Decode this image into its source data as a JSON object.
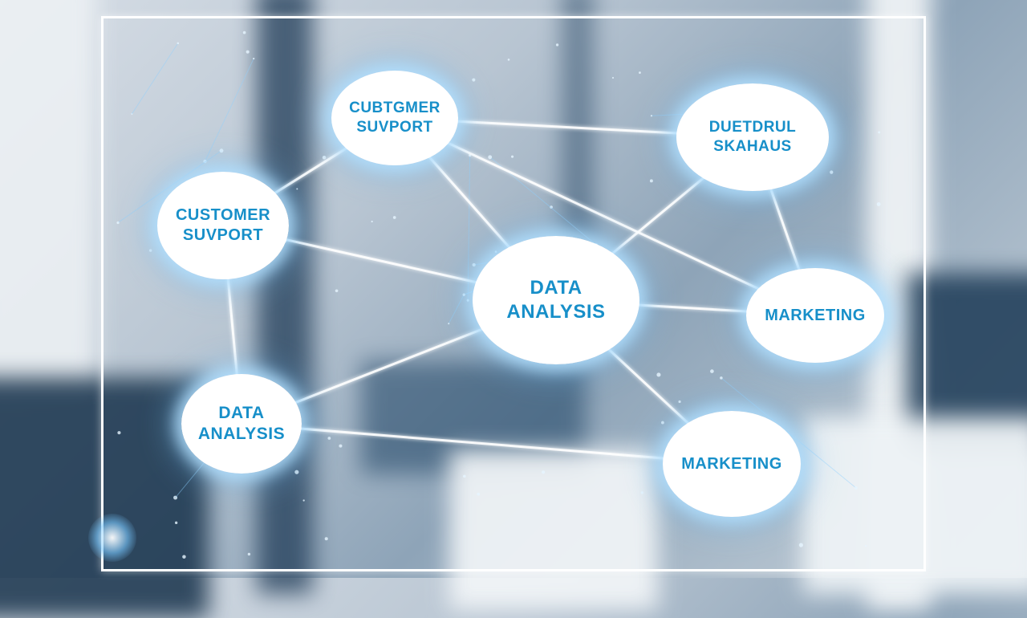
{
  "diagram": {
    "nodes": [
      {
        "id": "customer-support-top",
        "lines": [
          "CUBTGMER",
          "SUVPORT"
        ]
      },
      {
        "id": "dustomer-success-top",
        "lines": [
          "DUETDRUL",
          "SKAHAUS"
        ]
      },
      {
        "id": "customer-support-left",
        "lines": [
          "CUSTOMER",
          "SUVPORT"
        ]
      },
      {
        "id": "data-analysis-center",
        "lines": [
          "DATA",
          "ANALYSIS"
        ]
      },
      {
        "id": "marketing-right",
        "lines": [
          "MARKETING"
        ]
      },
      {
        "id": "data-analysis-left",
        "lines": [
          "DATA",
          "ANALYSIS"
        ]
      },
      {
        "id": "marketing-bottom",
        "lines": [
          "MARKETING"
        ]
      }
    ],
    "edges": [
      [
        "customer-support-top",
        "dustomer-success-top"
      ],
      [
        "customer-support-top",
        "customer-support-left"
      ],
      [
        "customer-support-top",
        "data-analysis-center"
      ],
      [
        "customer-support-top",
        "marketing-right"
      ],
      [
        "dustomer-success-top",
        "data-analysis-center"
      ],
      [
        "dustomer-success-top",
        "marketing-right"
      ],
      [
        "customer-support-left",
        "data-analysis-center"
      ],
      [
        "customer-support-left",
        "data-analysis-left"
      ],
      [
        "data-analysis-center",
        "marketing-right"
      ],
      [
        "data-analysis-center",
        "data-analysis-left"
      ],
      [
        "data-analysis-center",
        "marketing-bottom"
      ],
      [
        "data-analysis-left",
        "marketing-bottom"
      ]
    ],
    "colors": {
      "node_text": "#178fc9",
      "link": "#ffffff",
      "glow": "#8fd0ff",
      "frame": "#ffffff"
    }
  }
}
